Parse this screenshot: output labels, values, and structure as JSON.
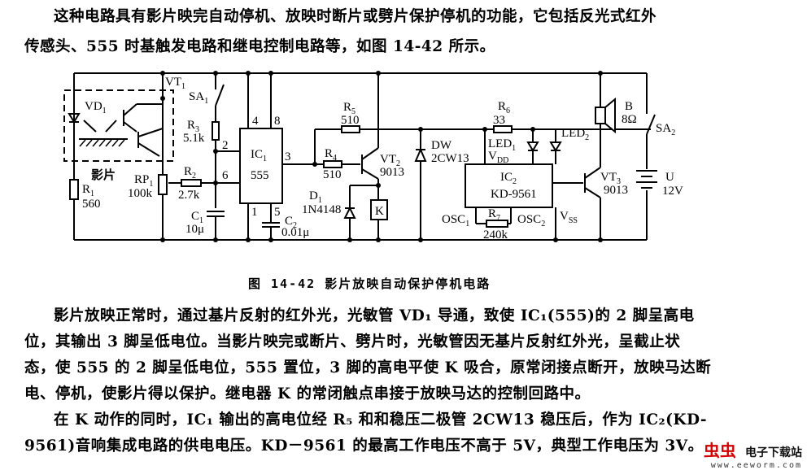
{
  "intro": {
    "lines": [
      "这种电路具有影片映完自动停机、放映时断片或劈片保护停机的功能，它包括反光式红外",
      "传感头、555 时基触发电路和继电控制电路等，如图 14-42 所示。"
    ]
  },
  "circuit": {
    "labels": {
      "vt1": "VT",
      "vt1_sub": "1",
      "vd1": "VD",
      "vd1_sub": "1",
      "film": "影片",
      "r1": "R",
      "r1_sub": "1",
      "r1_val": "560",
      "rp1": "RP",
      "rp1_sub": "1",
      "rp1_val": "100k",
      "r2": "R",
      "r2_sub": "2",
      "r2_val": "2.7k",
      "sa1": "SA",
      "sa1_sub": "1",
      "r3": "R",
      "r3_sub": "3",
      "r3_val": "5.1k",
      "c1": "C",
      "c1_sub": "1",
      "c1_val": "10μ",
      "ic1": "IC",
      "ic1_sub": "1",
      "ic1_val": "555",
      "pin2": "2",
      "pin6": "6",
      "pin4": "4",
      "pin8": "8",
      "pin3": "3",
      "pin1": "1",
      "pin5": "5",
      "c2": "C",
      "c2_sub": "2",
      "c2_val": "0.01μ",
      "r5": "R",
      "r5_sub": "5",
      "r5_val": "510",
      "r4": "R",
      "r4_sub": "4",
      "r4_val": "510",
      "vt2": "VT",
      "vt2_sub": "2",
      "vt2_val": "9013",
      "d1": "D",
      "d1_sub": "1",
      "d1_val": "1N4148",
      "k": "K",
      "dw": "DW",
      "dw_val": "2CW13",
      "r6": "R",
      "r6_sub": "6",
      "r6_val": "33",
      "led1": "LED",
      "led1_sub": "1",
      "led2": "LED",
      "led2_sub": "2",
      "vdd": "V",
      "vdd_sub": "DD",
      "ic2": "IC",
      "ic2_sub": "2",
      "ic2_val": "KD-9561",
      "osc1": "OSC",
      "osc1_sub": "1",
      "osc2": "OSC",
      "osc2_sub": "2",
      "r7": "R",
      "r7_sub": "7",
      "r7_val": "240k",
      "vss": "V",
      "vss_sub": "SS",
      "vt3": "VT",
      "vt3_sub": "3",
      "vt3_val": "9013",
      "b": "B",
      "b_val": "8Ω",
      "sa2": "SA",
      "sa2_sub": "2",
      "u": "U",
      "u_val": "12V"
    }
  },
  "caption": "图 14-42   影片放映自动保护停机电路",
  "body": {
    "para1": [
      "影片放映正常时，通过基片反射的红外光，光敏管 VD₁ 导通，致使 IC₁(555)的 2 脚呈高电",
      "位，其输出 3 脚呈低电位。当影片映完或断片、劈片时，光敏管因无基片反射红外光，呈截止状",
      "态，使 555 的 2 脚呈低电位，555 置位，3 脚的高电平使 K 吸合，原常闭接点断开，放映马达断",
      "电、停机，使影片得以保护。继电器 K 的常闭触点串接于放映马达的控制回路中。"
    ],
    "para2": [
      "在 K 动作的同时，IC₁ 输出的高电位经 R₅ 和和稳压二极管 2CW13 稳压后，作为 IC₂(KD-",
      "9561)音响集成电路的供电电压。KD－9561 的最高工作电压不高于 5V，典型工作电压为 3V。"
    ]
  },
  "watermark": {
    "logo": "虫虫",
    "title": "电子下载站",
    "url": "www.eeworm.com",
    "color": "#d40000"
  }
}
